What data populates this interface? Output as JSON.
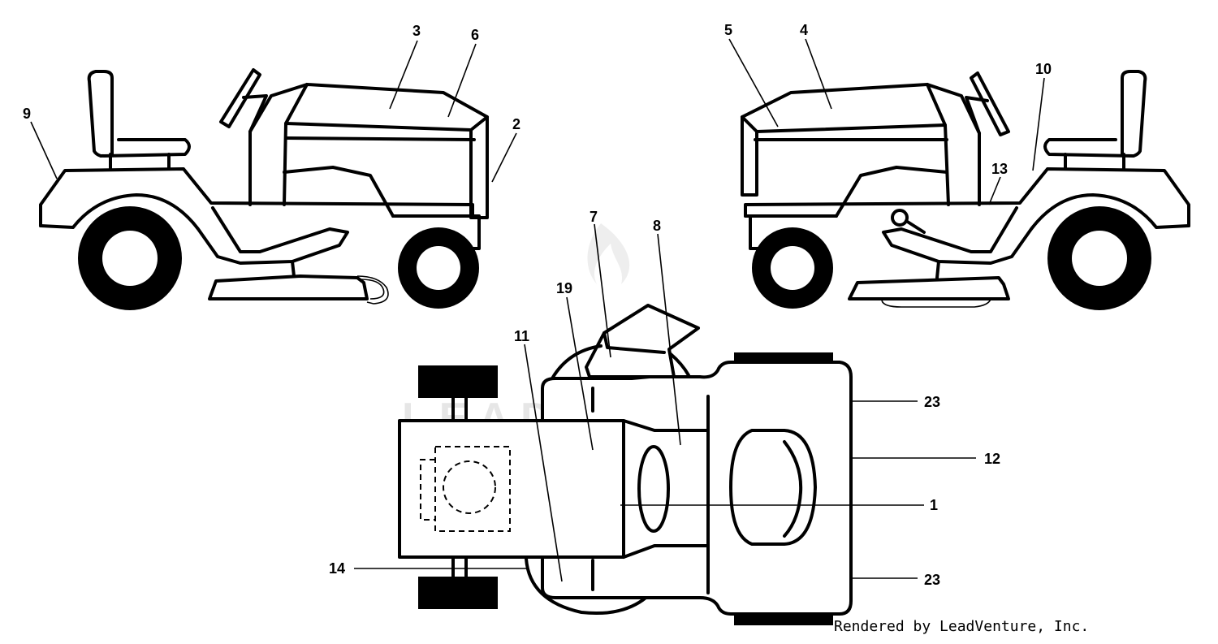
{
  "watermark": "LEADVENTURE",
  "credit": "Rendered by LeadVenture, Inc.",
  "callouts": {
    "c1": "1",
    "c2": "2",
    "c3": "3",
    "c4": "4",
    "c5": "5",
    "c6": "6",
    "c7": "7",
    "c8": "8",
    "c9": "9",
    "c10": "10",
    "c11": "11",
    "c12": "12",
    "c13": "13",
    "c14": "14",
    "c19": "19",
    "c23a": "23",
    "c23b": "23"
  }
}
